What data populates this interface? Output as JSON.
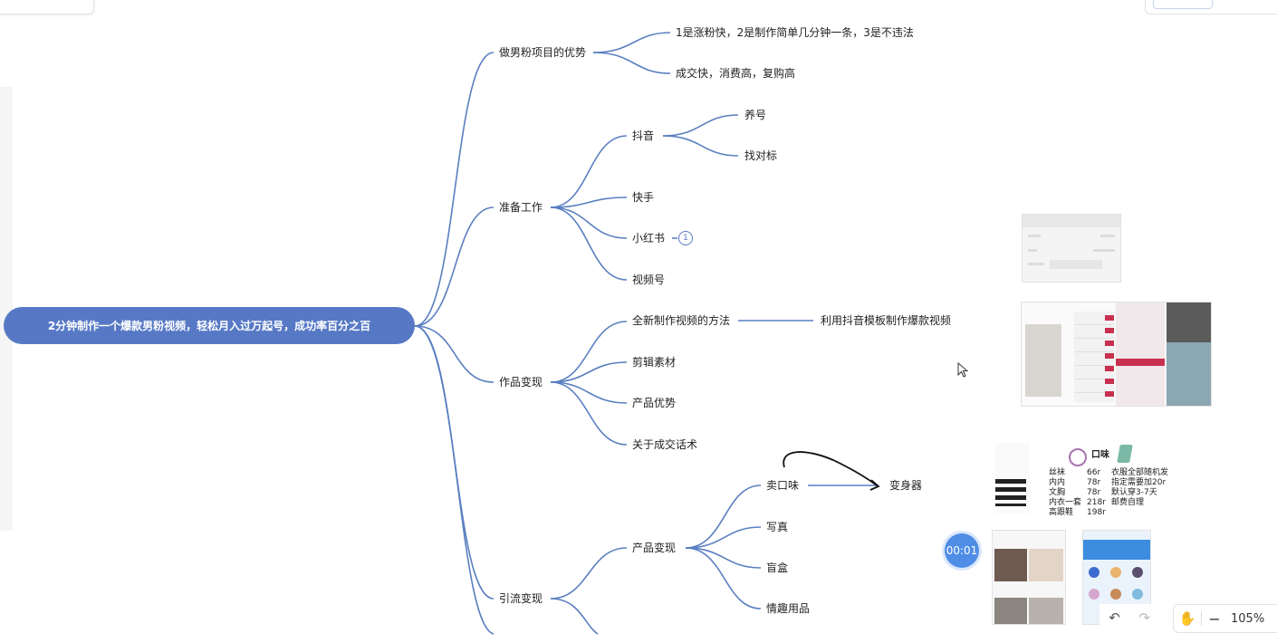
{
  "mindmap": {
    "root": "2分钟制作一个爆款男粉视频，轻松月入过万起号，成功率百分之百",
    "branch1": {
      "label": "做男粉项目的优势",
      "children": [
        "1是涨粉快，2是制作简单几分钟一条，3是不违法",
        "成交快，消费高，复购高"
      ]
    },
    "branch2": {
      "label": "准备工作",
      "douyin": "抖音",
      "douyin_children": [
        "养号",
        "找对标"
      ],
      "kuaishou": "快手",
      "xiaohongshu": "小红书",
      "xiaohongshu_badge": "1",
      "shipinhao": "视频号"
    },
    "branch3": {
      "label": "作品变现",
      "method": "全新制作视频的方法",
      "method_child": "利用抖音模板制作爆款视频",
      "others": [
        "剪辑素材",
        "产品优势",
        "关于成交话术"
      ]
    },
    "branch4": {
      "label": "引流变现",
      "product": "产品变现",
      "mouth": "卖口味",
      "bianshen": "变身器",
      "others": [
        "写真",
        "盲盒",
        "情趣用品"
      ]
    }
  },
  "attachments": {
    "price_card": {
      "title": "口味",
      "items": [
        {
          "name": "丝袜",
          "price": "66r"
        },
        {
          "name": "内内",
          "price": "78r"
        },
        {
          "name": "文胸",
          "price": "78r"
        },
        {
          "name": "内衣一套",
          "price": "218r"
        },
        {
          "name": "高跟鞋",
          "price": "198r"
        }
      ],
      "notes": [
        "衣服全部随机发",
        "指定需要加20r",
        "默认穿3-7天",
        "邮费自理"
      ]
    }
  },
  "timer": "00:01",
  "zoom": "105%",
  "colors": {
    "accent": "#5779c5",
    "line": "#5a7fc0"
  }
}
